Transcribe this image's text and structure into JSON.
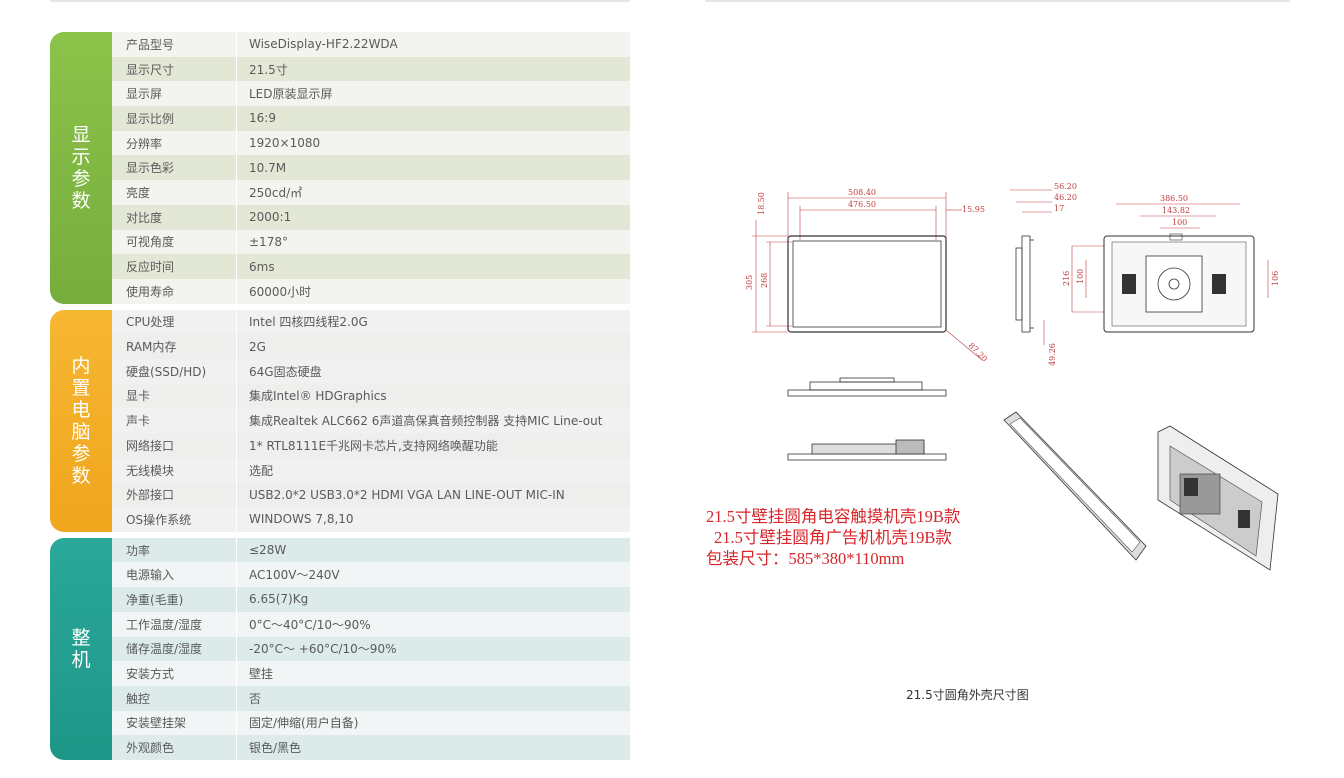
{
  "sections": [
    {
      "title": "显示参数",
      "color": "#7cb342",
      "rows": [
        {
          "k": "产品型号",
          "v": "WiseDisplay-HF2.22WDA"
        },
        {
          "k": "显示尺寸",
          "v": "21.5寸"
        },
        {
          "k": "显示屏",
          "v": "LED原装显示屏"
        },
        {
          "k": "显示比例",
          "v": "16:9"
        },
        {
          "k": "分辨率",
          "v": "1920×1080"
        },
        {
          "k": "显示色彩",
          "v": "10.7M"
        },
        {
          "k": "亮度",
          "v": "250cd/㎡"
        },
        {
          "k": "对比度",
          "v": "2000:1"
        },
        {
          "k": "可视角度",
          "v": "±178°"
        },
        {
          "k": "反应时间",
          "v": "6ms"
        },
        {
          "k": "使用寿命",
          "v": "60000小时"
        }
      ]
    },
    {
      "title": "内置电脑参数",
      "color": "#f2a922",
      "rows": [
        {
          "k": "CPU处理",
          "v": "Intel 四核四线程2.0G"
        },
        {
          "k": "RAM内存",
          "v": "2G"
        },
        {
          "k": "硬盘(SSD/HD)",
          "v": "64G固态硬盘"
        },
        {
          "k": "显卡",
          "v": "集成Intel® HDGraphics"
        },
        {
          "k": "声卡",
          "v": "集成Realtek ALC662 6声道高保真音频控制器 支持MIC Line-out"
        },
        {
          "k": "网络接口",
          "v": "1* RTL8111E千兆网卡芯片,支持网络唤醒功能"
        },
        {
          "k": "无线模块",
          "v": "选配"
        },
        {
          "k": "外部接口",
          "v": "USB2.0*2 USB3.0*2 HDMI VGA  LAN  LINE-OUT MIC-IN"
        },
        {
          "k": "OS操作系统",
          "v": "WINDOWS 7,8,10"
        }
      ]
    },
    {
      "title": "整机",
      "color": "#239f90",
      "rows": [
        {
          "k": "功率",
          "v": "≤28W"
        },
        {
          "k": "电源输入",
          "v": "AC100V～240V"
        },
        {
          "k": "净重(毛重)",
          "v": "6.65(7)Kg"
        },
        {
          "k": "工作温度/湿度",
          "v": "0°C～40°C/10～90%"
        },
        {
          "k": "储存温度/湿度",
          "v": "-20°C～ +60°C/10～90%"
        },
        {
          "k": "安装方式",
          "v": "壁挂"
        },
        {
          "k": "触控",
          "v": "否"
        },
        {
          "k": "安装壁挂架",
          "v": "固定/伸缩(用户自备)"
        },
        {
          "k": "外观颜色",
          "v": "银色/黑色"
        }
      ]
    }
  ],
  "drawing": {
    "dims": {
      "w_outer": "508.40",
      "w_inner": "476.50",
      "h_outer": "305",
      "h_inner": "268",
      "top_margin": "18.50",
      "side_margin": "15.95",
      "corner": "87.20",
      "depth1": "56.20",
      "depth2": "46.20",
      "depth3": "17",
      "bottom_small": "49.26",
      "back_w": "386.50",
      "back_mid": "143.82",
      "back_vesa": "100",
      "back_h1": "216",
      "back_h2": "100",
      "back_h3": "106"
    },
    "notes": [
      "21.5寸壁挂圆角电容触摸机壳19B款",
      "21.5寸壁挂圆角广告机机壳19B款",
      "包装尺寸：585*380*110mm"
    ],
    "caption": "21.5寸圆角外壳尺寸图",
    "note_color": "#d7262b"
  }
}
